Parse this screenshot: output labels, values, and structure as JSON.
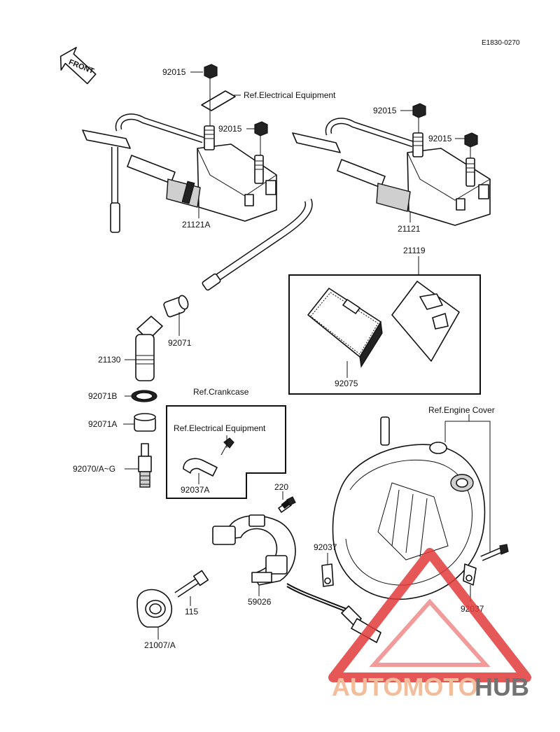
{
  "diagram": {
    "code": "E1830-0270",
    "front_arrow_label": "FRONT",
    "parts": {
      "nut_1": "92015",
      "nut_2": "92015",
      "nut_3": "92015",
      "nut_4": "92015",
      "coil_a": "21121A",
      "coil_b": "21121",
      "igniter_kit": "21119",
      "igniter_unit": "92075",
      "plug_cap_seal": "92071",
      "plug_cap": "21130",
      "seal_b": "92071B",
      "seal_a": "92071A",
      "spark_plug": "92070/A~G",
      "clamp_a": "92037A",
      "bolt_220": "220",
      "clamp_1": "92037",
      "clamp_2": "92037",
      "pickup_coil": "59026",
      "bolt_115": "115",
      "rotor": "21007/A"
    },
    "refs": {
      "electrical_top": "Ref.Electrical Equipment",
      "crankcase": "Ref.Crankcase",
      "electrical_inner": "Ref.Electrical Equipment",
      "engine_cover": "Ref.Engine Cover"
    }
  },
  "watermark": {
    "text_light": "AUTOMOTO",
    "text_dark": "HUB",
    "color_light": "#f2b28a",
    "color_dark": "#5a5a5a",
    "triangle_color": "#e23b3b"
  }
}
